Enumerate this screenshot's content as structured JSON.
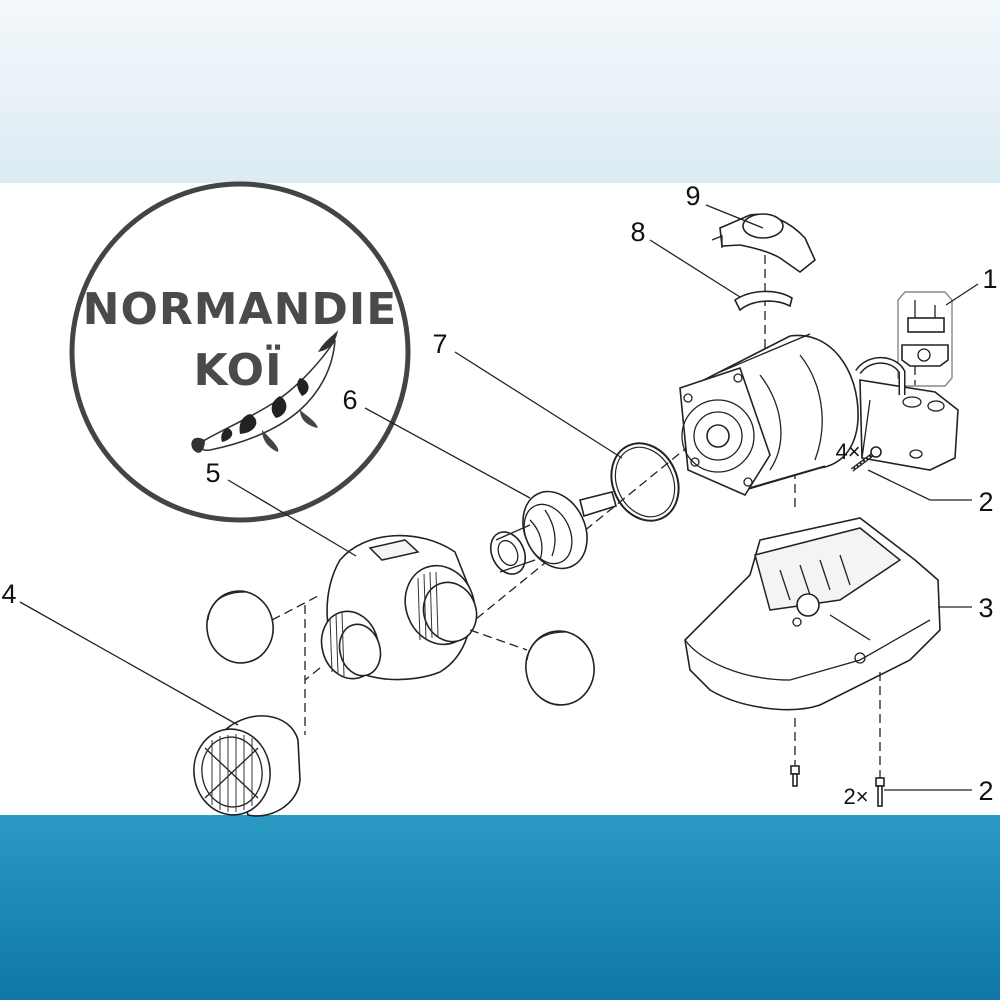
{
  "logo": {
    "line1": "NORMANDIE",
    "line2": "KOÏ"
  },
  "callouts": {
    "c1": "1",
    "c2a": "2",
    "c2b": "2",
    "c3": "3",
    "c4": "4",
    "c5": "5",
    "c6": "6",
    "c7": "7",
    "c8": "8",
    "c9": "9"
  },
  "quantities": {
    "q_screws_motor": "4×",
    "q_screws_base": "2×"
  },
  "colors": {
    "top_band": "#e6f0f6",
    "bottom_band": "#1a87b4",
    "line_art": "#222222",
    "logo_text": "#4a4a4a"
  }
}
